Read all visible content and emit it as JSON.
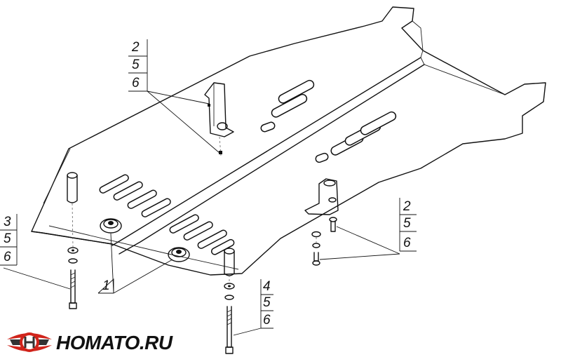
{
  "callouts": {
    "top": [
      "2",
      "5",
      "6"
    ],
    "left": [
      "3",
      "5",
      "6"
    ],
    "right": [
      "2",
      "5",
      "6"
    ],
    "bottom": [
      "4",
      "5",
      "6"
    ],
    "part1": "1"
  },
  "logo": {
    "text": "HOMATO.RU",
    "colors": {
      "primary": "#d0241b",
      "secondary": "#333333"
    }
  }
}
